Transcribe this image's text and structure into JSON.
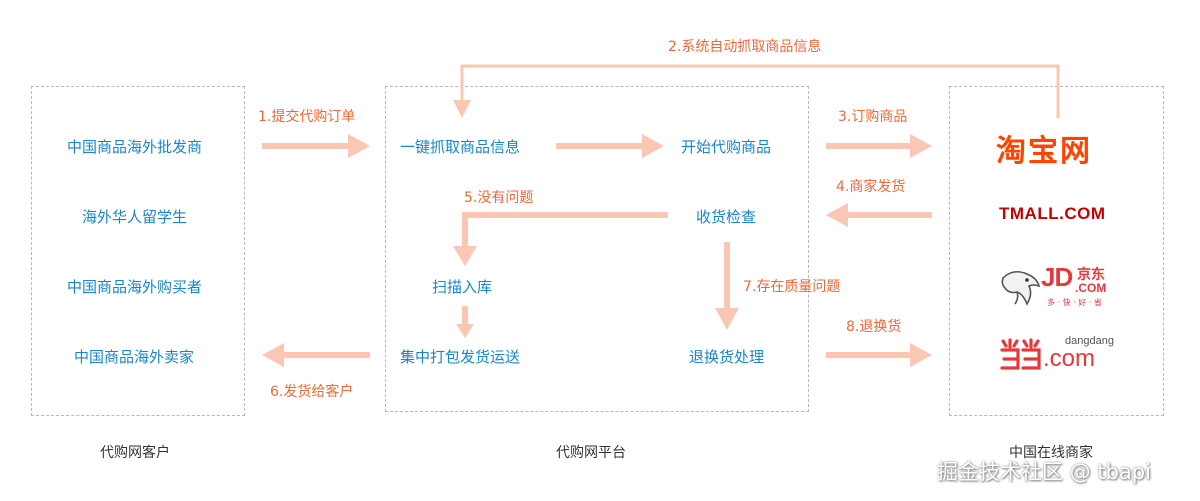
{
  "columns": {
    "customers": {
      "caption": "代购网客户",
      "items": [
        "中国商品海外批发商",
        "海外华人留学生",
        "中国商品海外购买者",
        "中国商品海外卖家"
      ]
    },
    "platform": {
      "caption": "代购网平台",
      "nodes": {
        "grab": "一键抓取商品信息",
        "start": "开始代购商品",
        "inspect": "收货检查",
        "scan": "扫描入库",
        "ship": "集中打包发货运送",
        "return": "退换货处理"
      }
    },
    "merchants": {
      "caption": "中国在线商家",
      "logos": {
        "taobao": "淘宝网",
        "tmall": "TMALL.COM",
        "jd_main": "JD",
        "jd_cn": "京东",
        "jd_com": ".COM",
        "jd_slogan": "多 · 快 · 好 · 省",
        "dangdang_small": "dangdang",
        "dangdang_com": ".com"
      }
    }
  },
  "steps": {
    "s1": "1.提交代购订单",
    "s2": "2.系统自动抓取商品信息",
    "s3": "3.订购商品",
    "s4": "4.商家发货",
    "s5": "5.没有问题",
    "s6": "6.发货给客户",
    "s7": "7.存在质量问题",
    "s8": "8.退换货"
  },
  "watermark": "掘金技术社区 @ tbapi",
  "colors": {
    "node_text": "#1a86c8",
    "step_text": "#ec6a3a",
    "arrow": "#f9c7b3",
    "taobao": "#ff4400",
    "dangdang": "#e4393c"
  }
}
